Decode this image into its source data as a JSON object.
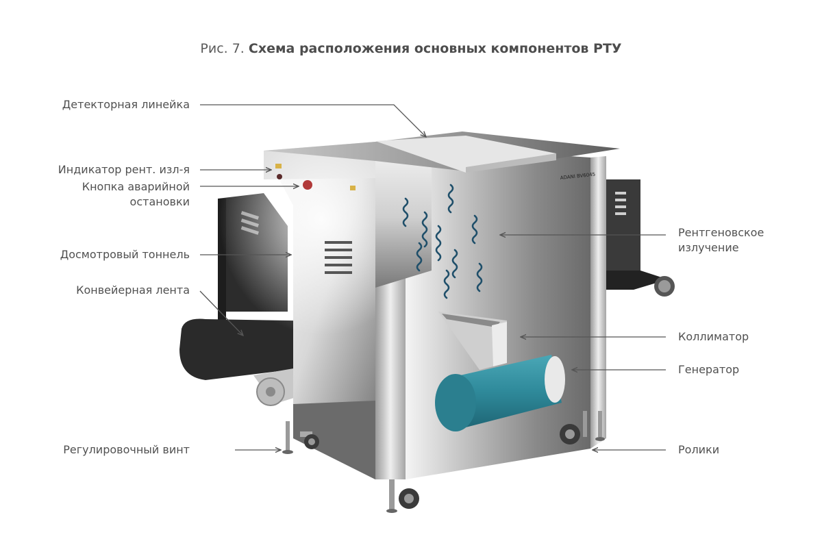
{
  "title": {
    "prefix": "Рис. 7.",
    "text": "Схема расположения основных компонентов РТУ"
  },
  "device_brand": "ADANI BV6045",
  "labels": {
    "detector_line": "Детекторная линейка",
    "indicator": "Индикатор рент. изл-я",
    "emergency_button_1": "Кнопка аварийной",
    "emergency_button_2": "остановки",
    "tunnel": "Досмотровый тоннель",
    "conveyor": "Конвейерная лента",
    "adjust_screw": "Регулировочный винт",
    "xray_1": "Рентгеновское",
    "xray_2": "излучение",
    "collimator": "Коллиматор",
    "generator": "Генератор",
    "rollers": "Ролики"
  },
  "colors": {
    "generator": "#2f8a9b",
    "body_dark": "#6f6f6f",
    "body_light": "#e8e8e8",
    "wave": "#1f4f6a",
    "leader": "#555555"
  }
}
